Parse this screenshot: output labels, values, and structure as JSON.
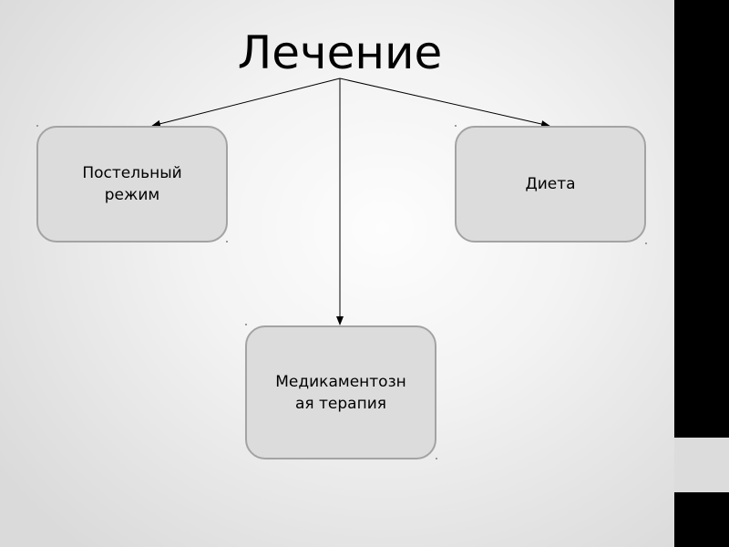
{
  "diagram": {
    "title": "Лечение",
    "nodes": [
      {
        "id": "bed-rest",
        "label": "Постельный\nрежим"
      },
      {
        "id": "diet",
        "label": "Диета"
      },
      {
        "id": "drug-therapy",
        "label": "Медикаментозн\nая терапия"
      }
    ],
    "edges": [
      {
        "from": "title",
        "to": "bed-rest"
      },
      {
        "from": "title",
        "to": "drug-therapy"
      },
      {
        "from": "title",
        "to": "diet"
      }
    ]
  },
  "colors": {
    "box_fill": "#dcdcdc",
    "box_border": "#a3a3a3",
    "arrow": "#000000",
    "side_strip": "#000000"
  }
}
